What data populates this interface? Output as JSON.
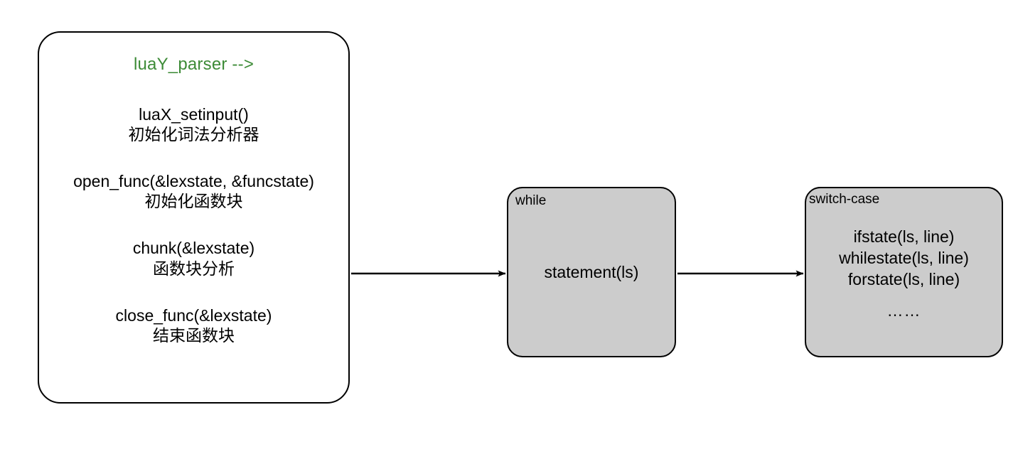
{
  "diagram": {
    "title": "luaY_parser call flow",
    "background": "#ffffff",
    "accent_green": "#3d8b37",
    "node_fill_gray": "#cccccc",
    "node_fill_white": "#ffffff",
    "stroke": "#000000"
  },
  "nodes": {
    "parser": {
      "title": "luaY_parser -->",
      "steps": [
        {
          "call": "luaX_setinput()",
          "desc": "初始化词法分析器"
        },
        {
          "call": "open_func(&lexstate, &funcstate)",
          "desc": "初始化函数块"
        },
        {
          "call": "chunk(&lexstate)",
          "desc": "函数块分析"
        },
        {
          "call": "close_func(&lexstate)",
          "desc": "结束函数块"
        }
      ]
    },
    "while": {
      "corner_label": "while",
      "body": "statement(ls)"
    },
    "switch": {
      "corner_label": "switch-case",
      "cases": [
        "ifstate(ls, line)",
        "whilestate(ls, line)",
        "forstate(ls, line)"
      ],
      "ellipsis": "……"
    }
  },
  "edges": [
    {
      "from": "parser",
      "to": "while",
      "label": ""
    },
    {
      "from": "while",
      "to": "switch",
      "label": ""
    }
  ]
}
